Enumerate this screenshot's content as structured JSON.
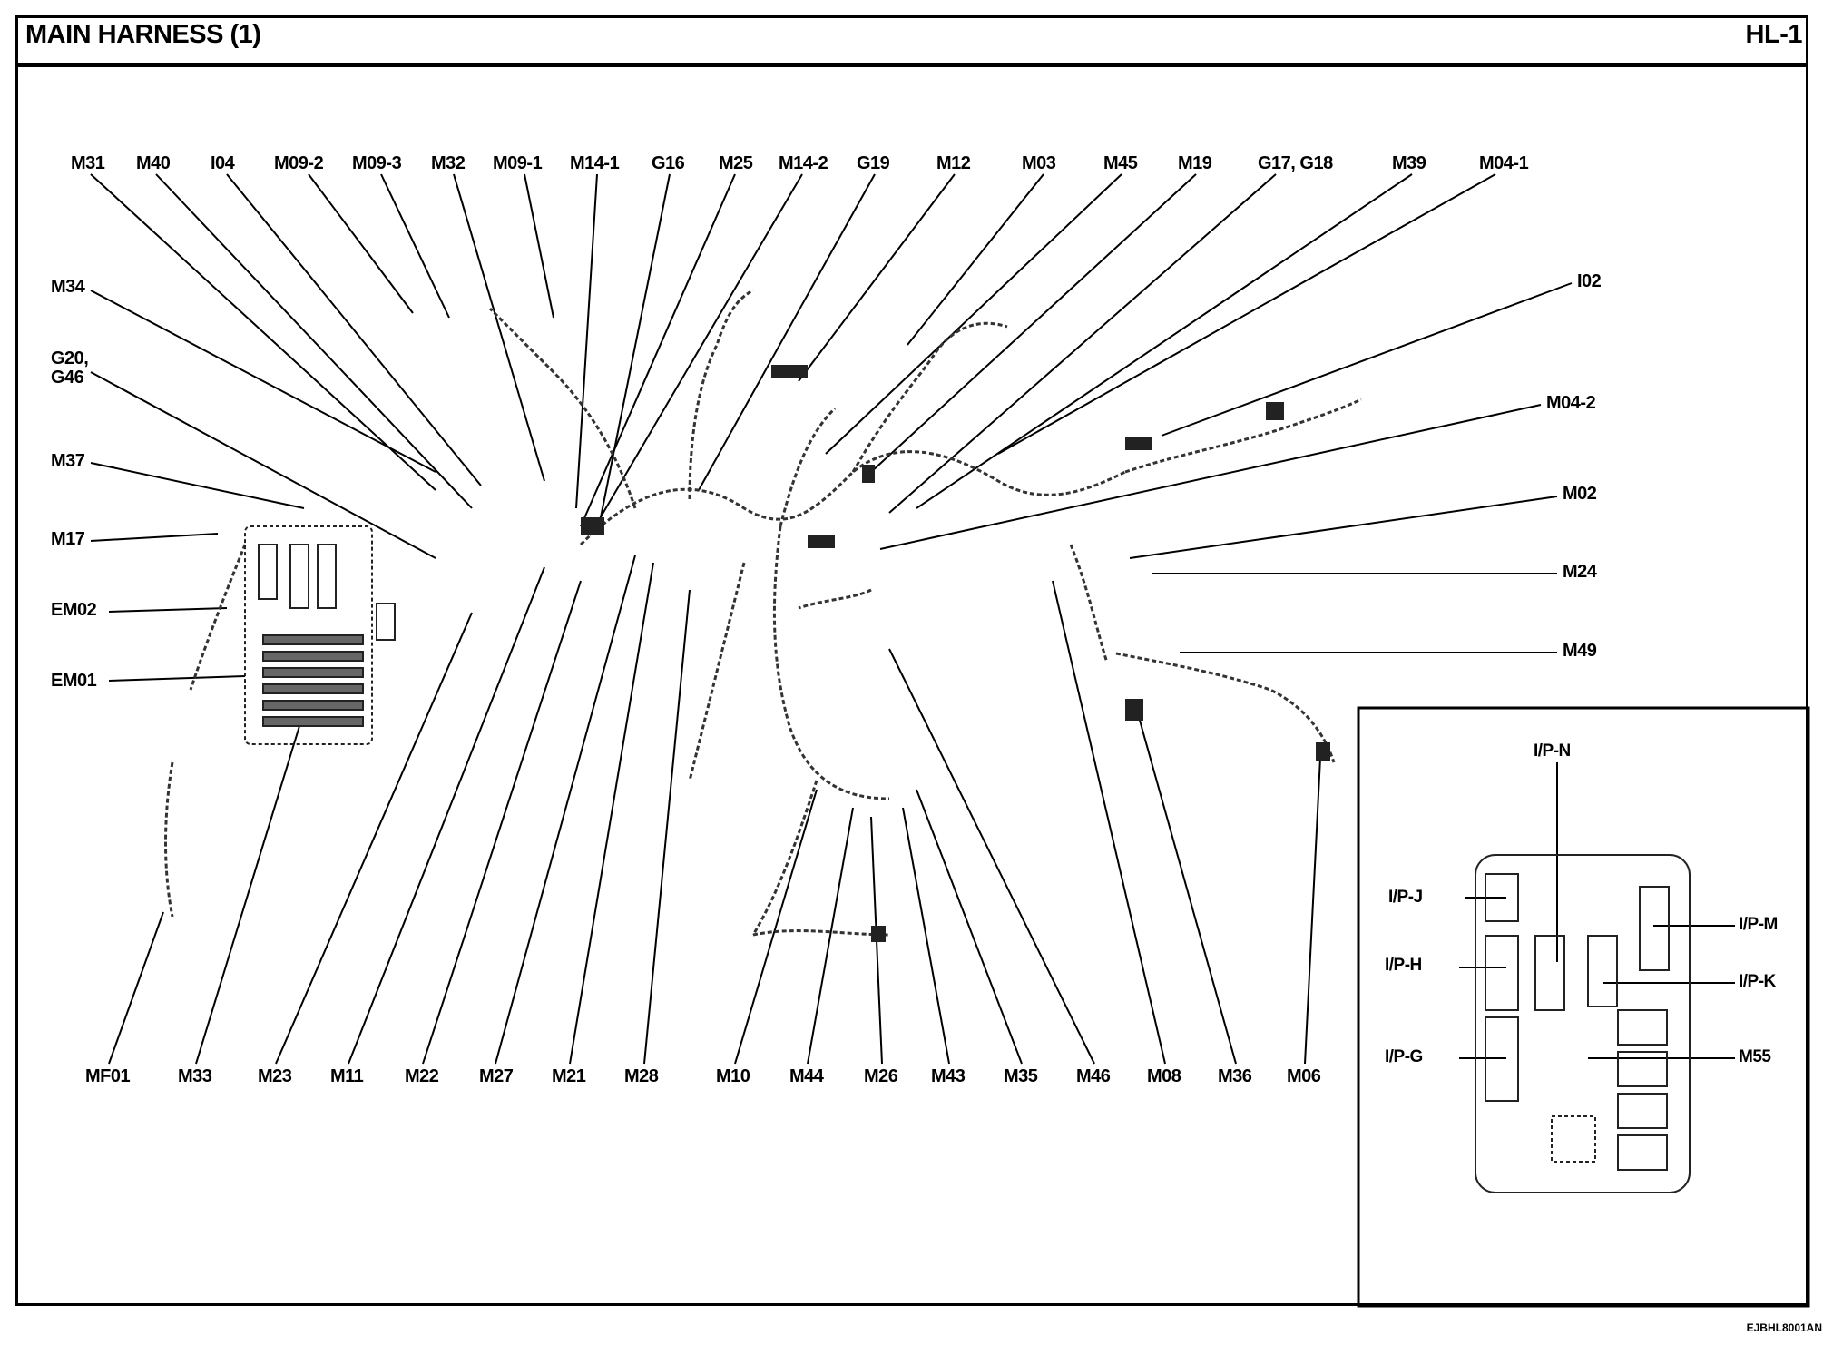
{
  "header": {
    "title": "MAIN HARNESS (1)",
    "page_code": "HL-1"
  },
  "figure_id": "EJBHL8001AN",
  "connectors_top": [
    "M31",
    "M40",
    "I04",
    "M09-2",
    "M09-3",
    "M32",
    "M09-1",
    "M14-1",
    "G16",
    "M25",
    "M14-2",
    "G19",
    "M12",
    "M03",
    "M45",
    "M19",
    "G17, G18",
    "M39",
    "M04-1"
  ],
  "connectors_left": [
    "M34",
    "G20,\nG46",
    "M37",
    "M17",
    "EM02",
    "EM01"
  ],
  "connectors_right": [
    "I02",
    "M04-2",
    "M02",
    "M24",
    "M49"
  ],
  "connectors_bottom": [
    "MF01",
    "M33",
    "M23",
    "M11",
    "M22",
    "M27",
    "M21",
    "M28",
    "M10",
    "M44",
    "M26",
    "M43",
    "M35",
    "M46",
    "M08",
    "M36",
    "M06"
  ],
  "inset": {
    "connectors_left": [
      "I/P-J",
      "I/P-H",
      "I/P-G"
    ],
    "connectors_top": [
      "I/P-N"
    ],
    "connectors_right": [
      "I/P-M",
      "I/P-K",
      "M55"
    ]
  }
}
